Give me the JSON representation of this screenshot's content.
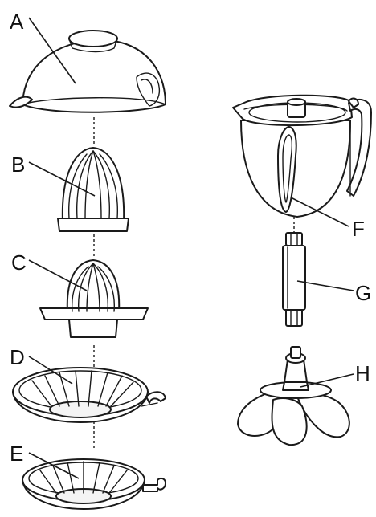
{
  "diagram": {
    "labels": {
      "a": "A",
      "b": "B",
      "c": "C",
      "d": "D",
      "e": "E",
      "f": "F",
      "g": "G",
      "h": "H"
    },
    "colors": {
      "line": "#1a1a1a",
      "background": "#ffffff"
    }
  }
}
